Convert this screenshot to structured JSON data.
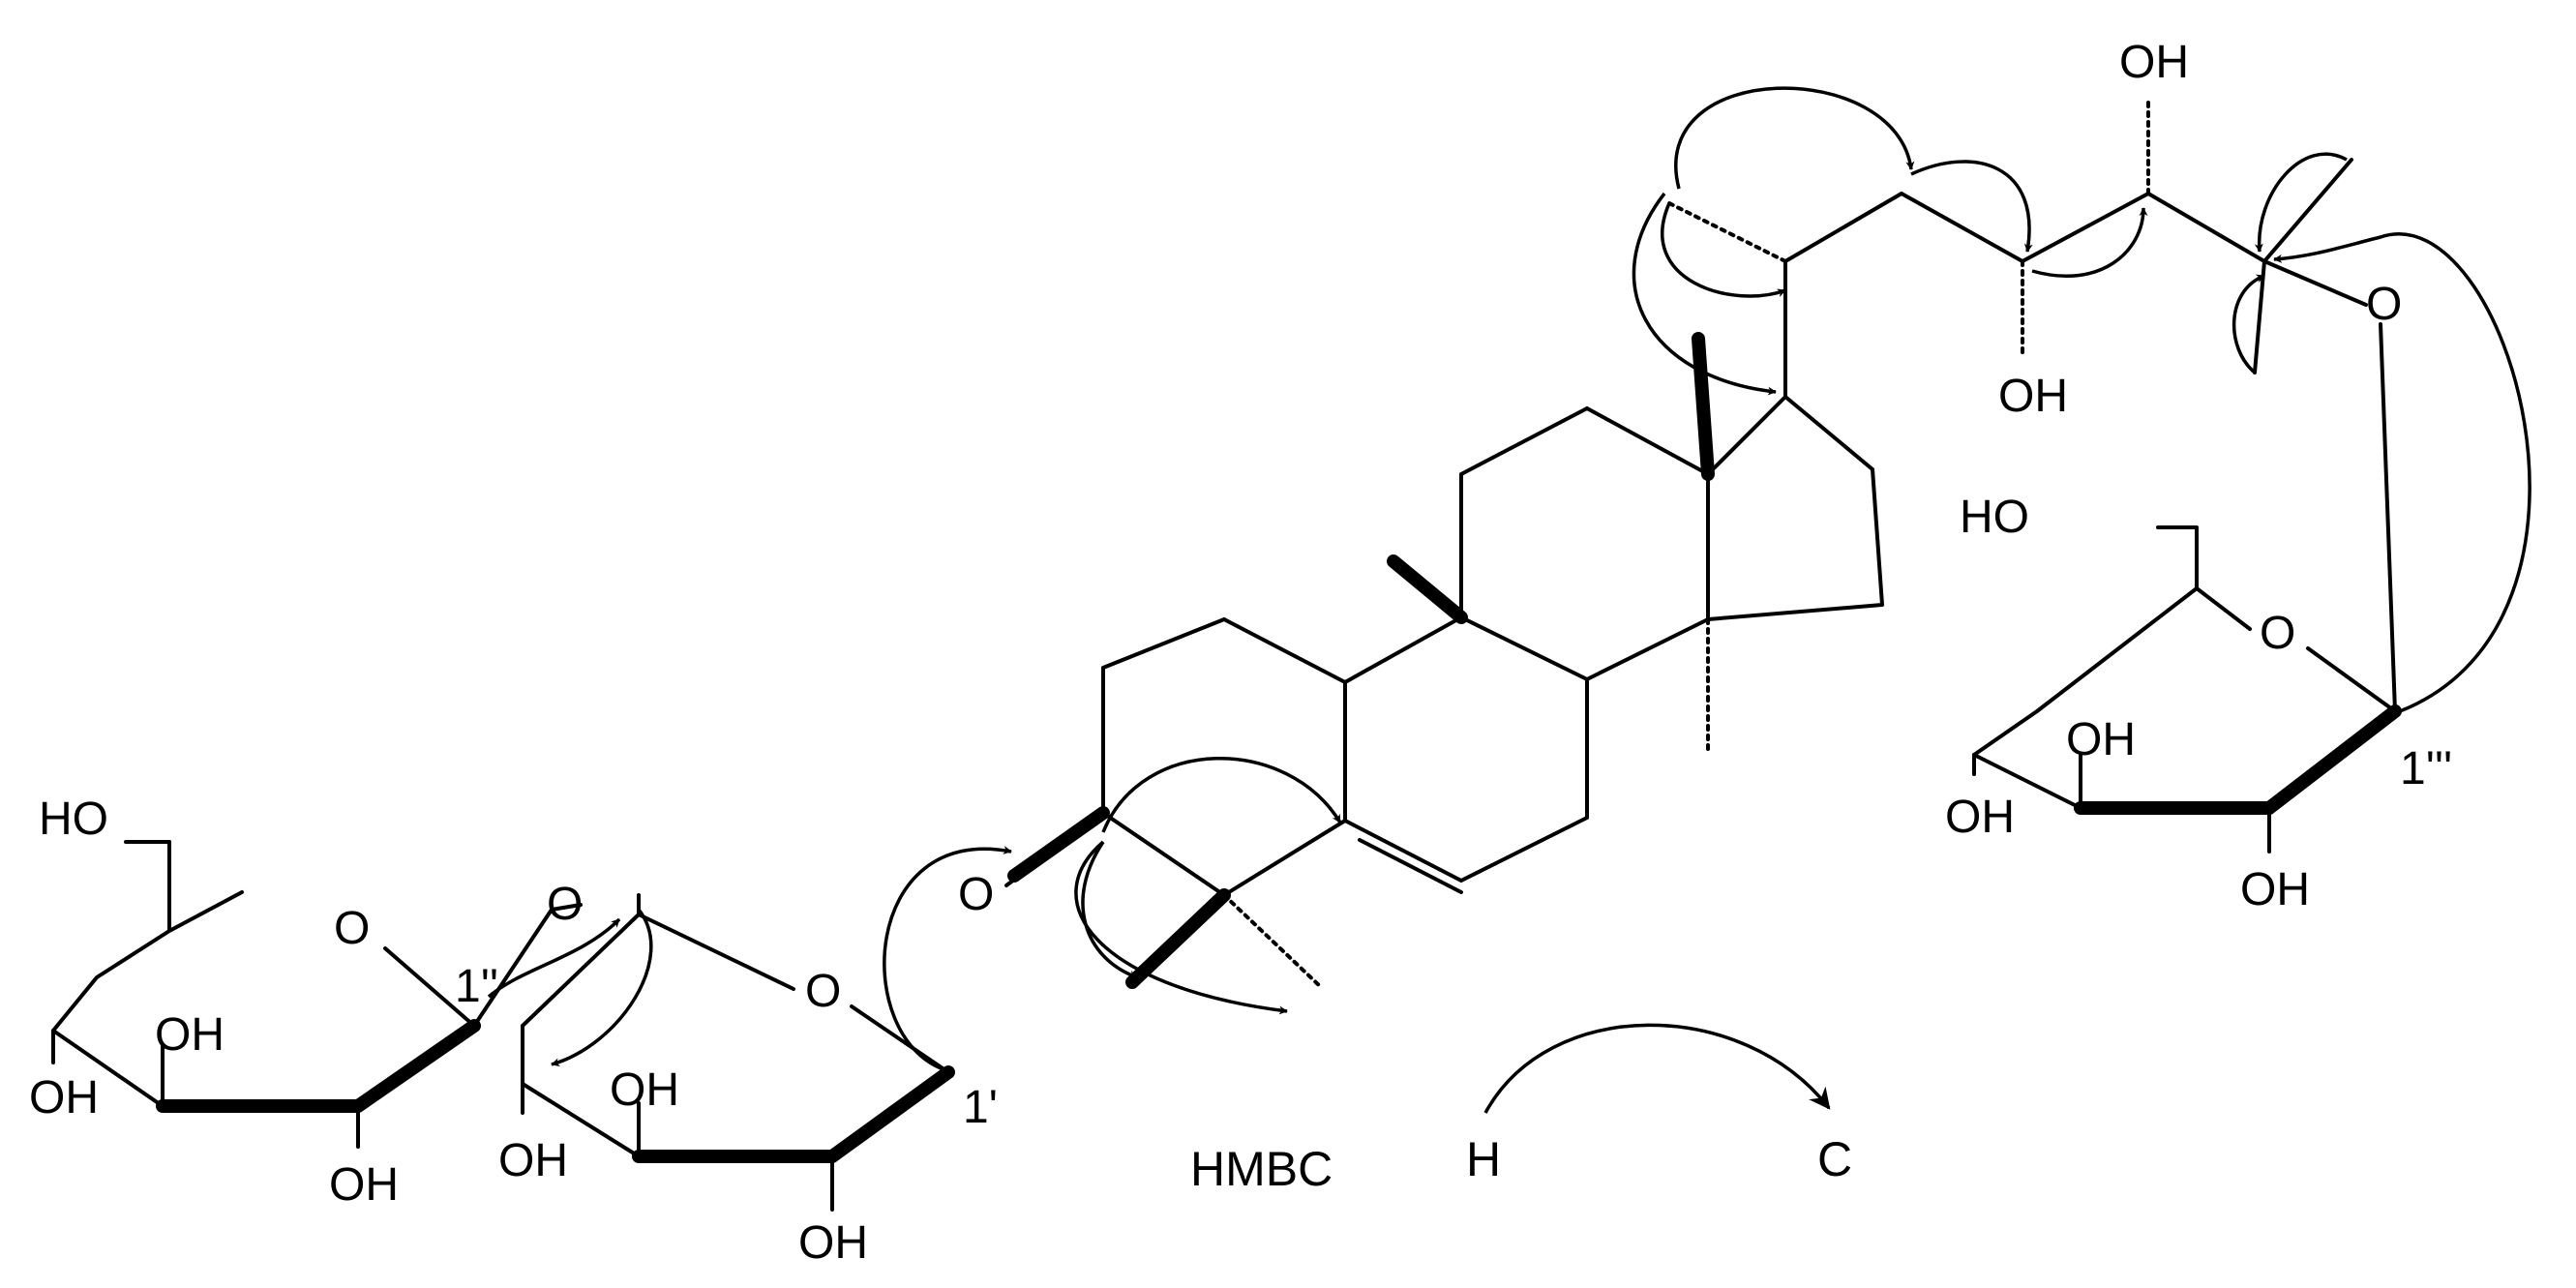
{
  "labels": {
    "oh": "OH",
    "ho": "HO",
    "o": "O",
    "c1p": "1'",
    "c1pp": "1''",
    "c1ppp": "1'''"
  },
  "legend": {
    "title": "HMBC",
    "from": "H",
    "to": "C"
  },
  "colors": {
    "ink": "#000000",
    "background": "#ffffff"
  }
}
